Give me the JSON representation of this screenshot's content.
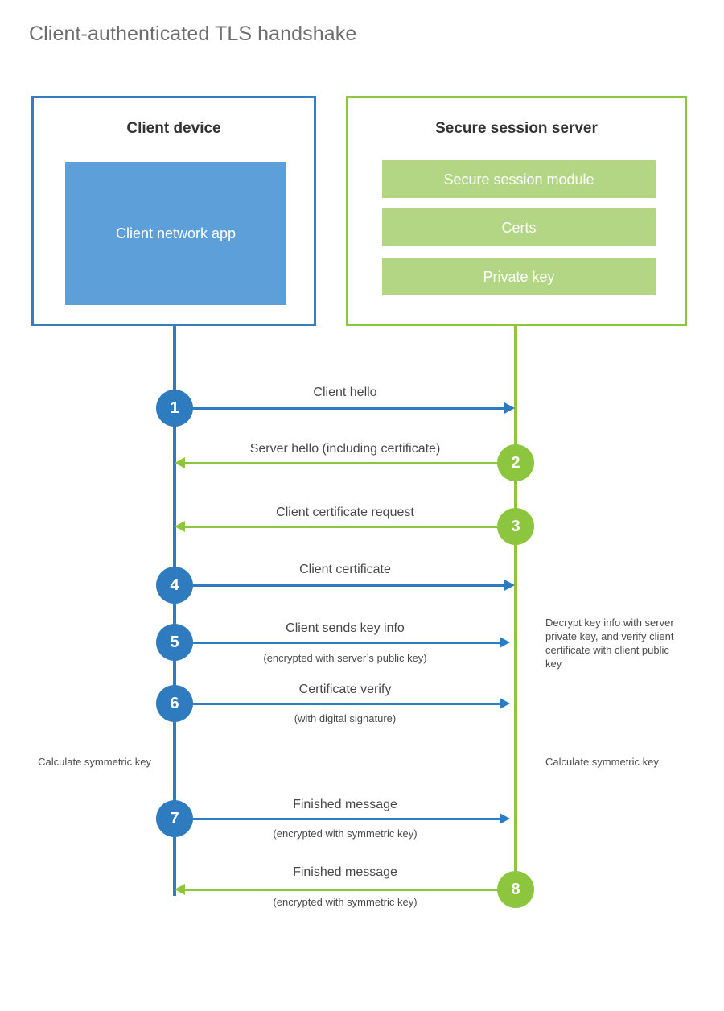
{
  "page": {
    "title": "Client-authenticated TLS handshake"
  },
  "colors": {
    "client_accent": "#2e7cbf",
    "client_fill": "#5d9fd8",
    "server_accent": "#8cc63e",
    "server_fill": "#b2d684",
    "title_text": "#6e6e6e",
    "body_text": "#484848"
  },
  "parties": {
    "client": {
      "title": "Client device",
      "blocks": [
        {
          "label": "Client network app"
        }
      ]
    },
    "server": {
      "title": "Secure session server",
      "blocks": [
        {
          "label": "Secure session module"
        },
        {
          "label": "Certs"
        },
        {
          "label": "Private key"
        }
      ]
    }
  },
  "notes": {
    "server_decrypt": "Decrypt key info with server private key, and verify client certificate with client public key",
    "client_calculate": "Calculate symmetric key",
    "server_calculate": "Calculate symmetric key"
  },
  "steps": [
    {
      "number": "1",
      "label": "Client hello",
      "sub": "",
      "direction": "client-to-server",
      "actor": "client"
    },
    {
      "number": "2",
      "label": "Server hello (including certificate)",
      "sub": "",
      "direction": "server-to-client",
      "actor": "server"
    },
    {
      "number": "3",
      "label": "Client certificate request",
      "sub": "",
      "direction": "server-to-client",
      "actor": "server"
    },
    {
      "number": "4",
      "label": "Client certificate",
      "sub": "",
      "direction": "client-to-server",
      "actor": "client"
    },
    {
      "number": "5",
      "label": "Client sends key info",
      "sub": "(encrypted with server’s public key)",
      "direction": "client-to-server",
      "actor": "client"
    },
    {
      "number": "6",
      "label": "Certificate verify",
      "sub": "(with digital signature)",
      "direction": "client-to-server",
      "actor": "client"
    },
    {
      "number": "7",
      "label": "Finished message",
      "sub": "(encrypted with symmetric key)",
      "direction": "client-to-server",
      "actor": "client"
    },
    {
      "number": "8",
      "label": "Finished message",
      "sub": "(encrypted with symmetric key)",
      "direction": "server-to-client",
      "actor": "server"
    }
  ]
}
